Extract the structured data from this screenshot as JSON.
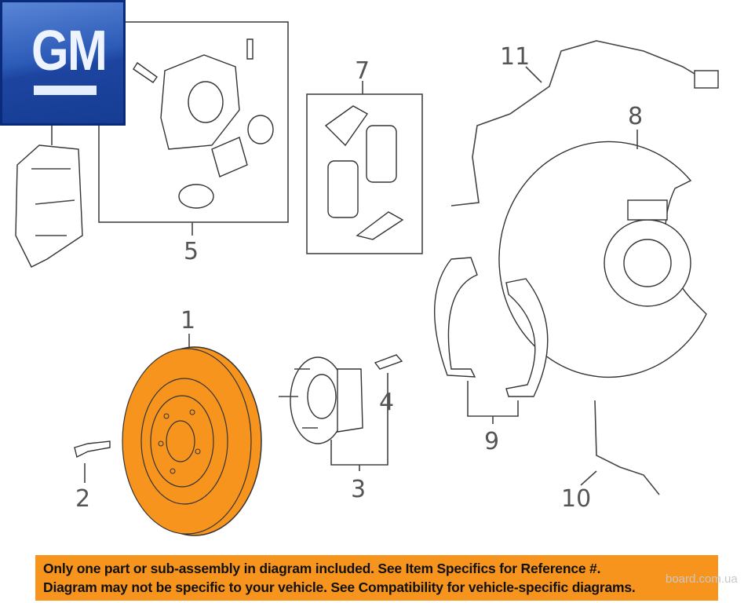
{
  "logo": {
    "text": "GM"
  },
  "callouts": {
    "c1": "1",
    "c2": "2",
    "c3": "3",
    "c4": "4",
    "c5": "5",
    "c7": "7",
    "c8": "8",
    "c9": "9",
    "c10": "10",
    "c11": "11"
  },
  "banner": {
    "line1": "Only one part or sub-assembly in diagram included. See Item Specifics for Reference #.",
    "line2": "Diagram may not be specific to your vehicle. See Compatibility for vehicle-specific diagrams."
  },
  "watermark": "board.com.ua",
  "colors": {
    "highlight": "#f7941d",
    "logo_blue": "#1d45a0"
  }
}
